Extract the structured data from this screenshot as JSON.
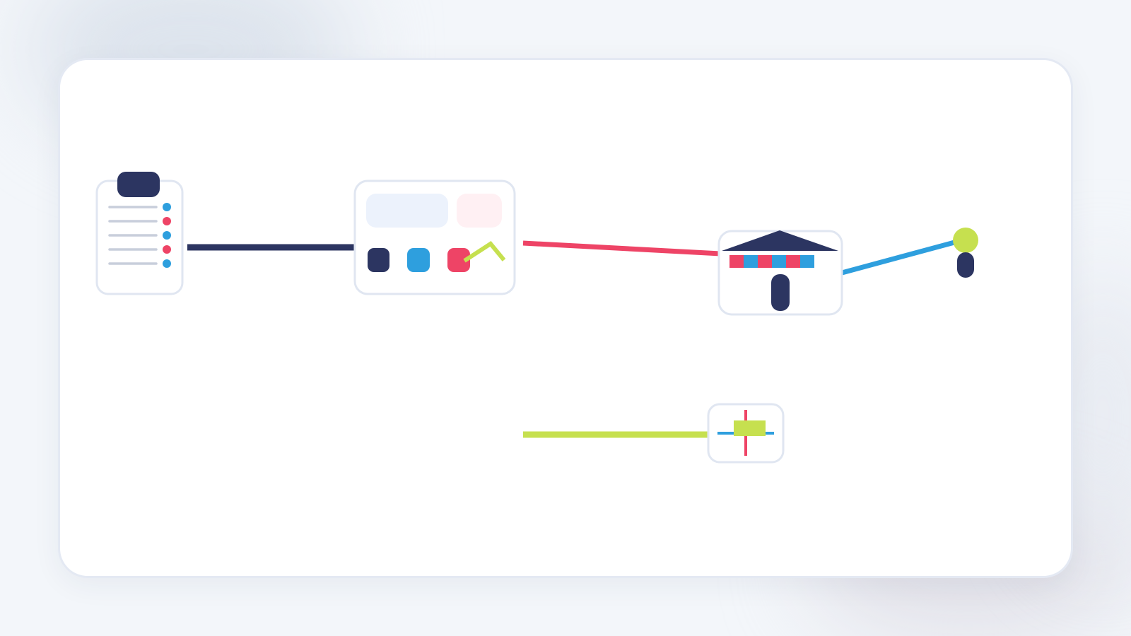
{
  "colors": {
    "navy": "#2c3561",
    "blue": "#2e9fde",
    "red": "#ee4466",
    "lime": "#c6e04f",
    "card_border": "#e0e6f1",
    "line_gray": "#c8cedb",
    "light_blue": "#ecf2fc",
    "light_pink": "#fff0f3"
  },
  "nodes": [
    {
      "id": "clipboard",
      "icon": "clipboard-checklist-icon"
    },
    {
      "id": "dashboard",
      "icon": "dashboard-widgets-icon"
    },
    {
      "id": "storefront",
      "icon": "storefront-icon"
    },
    {
      "id": "person",
      "icon": "person-icon"
    },
    {
      "id": "target",
      "icon": "crosshair-target-icon"
    }
  ],
  "connectors": [
    {
      "from": "clipboard",
      "to": "dashboard",
      "color": "navy"
    },
    {
      "from": "dashboard",
      "to": "storefront",
      "color": "red"
    },
    {
      "from": "storefront",
      "to": "person",
      "color": "blue"
    },
    {
      "from": "dashboard",
      "to": "target",
      "color": "lime"
    }
  ]
}
